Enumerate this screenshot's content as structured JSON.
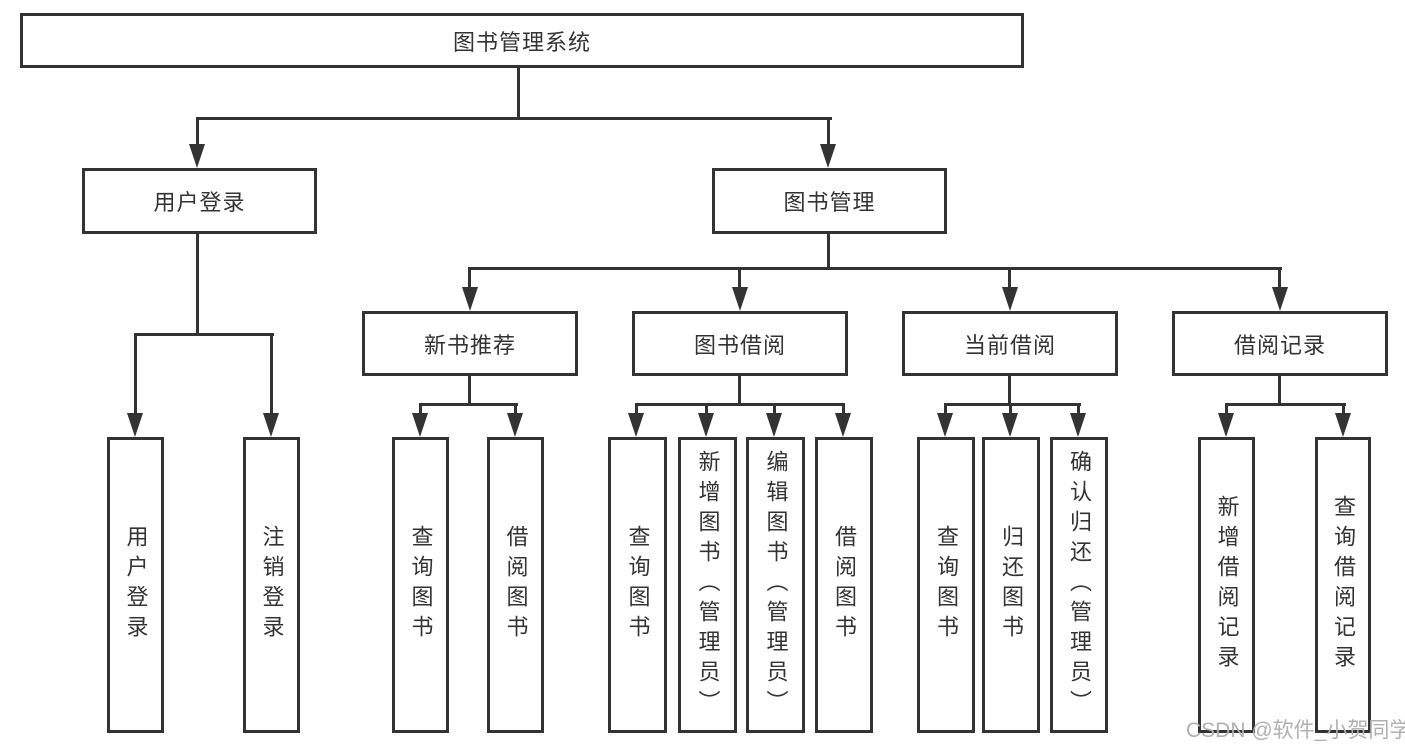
{
  "diagram_title": "图书管理系统",
  "colors": {
    "line": "#333333",
    "box_border": "#333333",
    "text": "#333333",
    "background": "#ffffff",
    "watermark": "#b0b0b0"
  },
  "watermark": "CSDN @软件_小贺同学",
  "tree": {
    "root": {
      "label": "图书管理系统"
    },
    "branches": [
      {
        "label": "用户登录",
        "children": [
          {
            "label": "用户登录"
          },
          {
            "label": "注销登录"
          }
        ]
      },
      {
        "label": "图书管理",
        "children": [
          {
            "label": "新书推荐",
            "children": [
              {
                "label": "查询图书"
              },
              {
                "label": "借阅图书"
              }
            ]
          },
          {
            "label": "图书借阅",
            "children": [
              {
                "label": "查询图书"
              },
              {
                "label": "新增图书（管理员）"
              },
              {
                "label": "编辑图书（管理员）"
              },
              {
                "label": "借阅图书"
              }
            ]
          },
          {
            "label": "当前借阅",
            "children": [
              {
                "label": "查询图书"
              },
              {
                "label": "归还图书"
              },
              {
                "label": "确认归还（管理员）"
              }
            ]
          },
          {
            "label": "借阅记录",
            "children": [
              {
                "label": "新增借阅记录"
              },
              {
                "label": "查询借阅记录"
              }
            ]
          }
        ]
      }
    ]
  }
}
